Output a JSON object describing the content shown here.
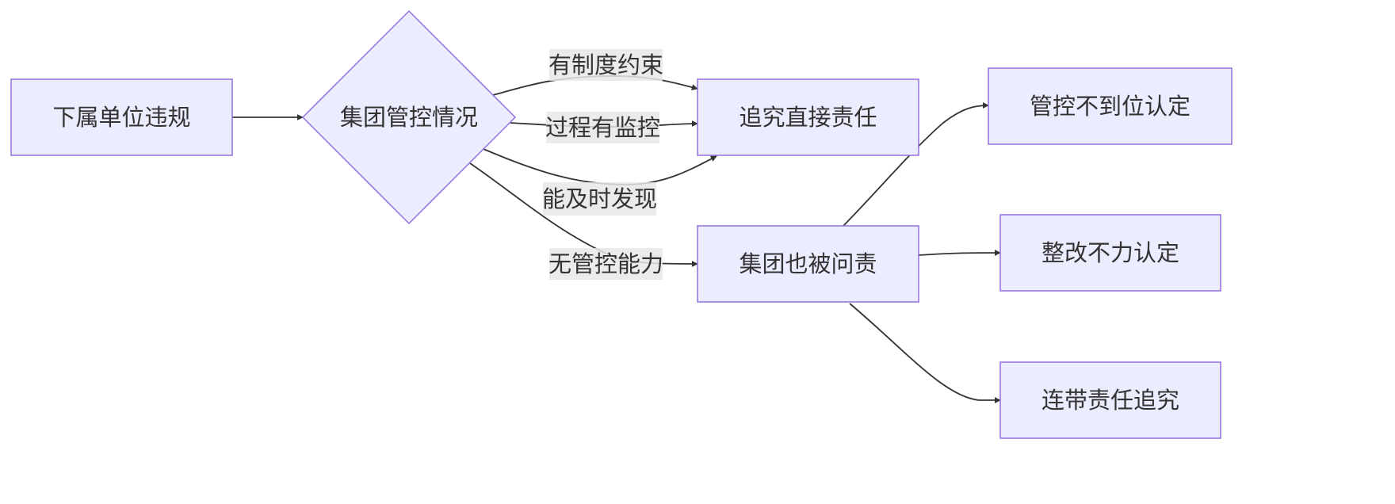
{
  "diagram": {
    "nodes": {
      "violation": {
        "label": "下属单位违规"
      },
      "control": {
        "label": "集团管控情况"
      },
      "direct": {
        "label": "追究直接责任"
      },
      "accountable": {
        "label": "集团也被问责"
      },
      "ineffective": {
        "label": "管控不到位认定"
      },
      "rectify": {
        "label": "整改不力认定"
      },
      "joint": {
        "label": "连带责任追究"
      }
    },
    "edges": {
      "violation_control": {
        "label": ""
      },
      "control_direct_rules": {
        "label": "有制度约束"
      },
      "control_direct_monitor": {
        "label": "过程有监控"
      },
      "control_direct_detect": {
        "label": "能及时发现"
      },
      "control_accountable": {
        "label": "无管控能力"
      },
      "accountable_ineffective": {
        "label": ""
      },
      "accountable_rectify": {
        "label": ""
      },
      "accountable_joint": {
        "label": ""
      }
    },
    "colors": {
      "node_fill": "#ececff",
      "node_stroke": "#9370db",
      "edge": "#333333",
      "label_bg": "#e8e8e8",
      "text": "#333333"
    }
  }
}
